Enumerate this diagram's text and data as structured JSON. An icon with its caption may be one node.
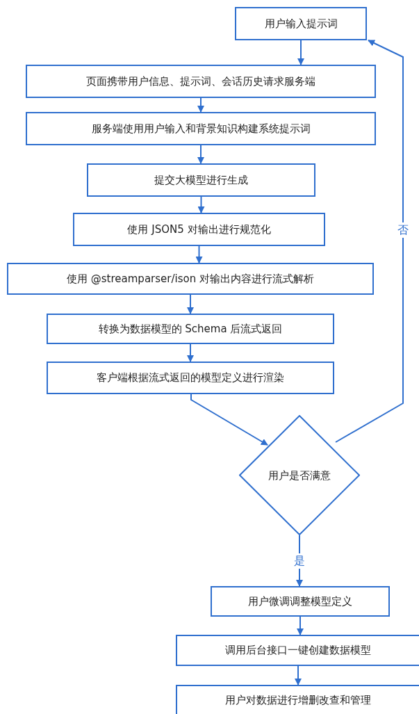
{
  "diagram": {
    "nodes": [
      {
        "text": [
          "用户输入提示词"
        ]
      },
      {
        "text": [
          "页面携带用户信息、提示词、会话历史请求服务端"
        ]
      },
      {
        "text": [
          "服务端使用用户输入和背景知识构建系统提示词"
        ]
      },
      {
        "text": [
          "提交大模型进行生成"
        ]
      },
      {
        "text": [
          "使用 JSON5 对输出进行规范化"
        ]
      },
      {
        "text": [
          "使用 @streamparser/ison 对输出内容进行流式解析"
        ]
      },
      {
        "text": [
          "转换为数据模型的 Schema 后流式返回"
        ]
      },
      {
        "text": [
          "客户端根据流式返回的模型定义进行渲染"
        ]
      },
      {
        "text": [
          "用户是否满意"
        ]
      },
      {
        "text": [
          "用户微调调整模型定义"
        ]
      },
      {
        "text": [
          "调用后台接口一键创建数据模型"
        ]
      },
      {
        "text": [
          "用户对数据进行增删改查和管理"
        ]
      }
    ],
    "edges": [
      {
        "from": 0,
        "to": 1,
        "arrow": "to"
      },
      {
        "from": 1,
        "to": 2,
        "arrow": "to"
      },
      {
        "from": 2,
        "to": 3,
        "arrow": "to"
      },
      {
        "from": 3,
        "to": 4,
        "arrow": "to"
      },
      {
        "from": 4,
        "to": 5,
        "arrow": "to"
      },
      {
        "from": 5,
        "to": 6,
        "arrow": "to"
      },
      {
        "from": 6,
        "to": 7,
        "arrow": "to"
      },
      {
        "from": 7,
        "to": 8,
        "arrow": "to"
      },
      {
        "from": 8,
        "to": 0,
        "arrow": "to",
        "label": "否"
      },
      {
        "from": 8,
        "to": 9,
        "arrow": "to",
        "label": "是"
      },
      {
        "from": 9,
        "to": 10,
        "arrow": "to"
      },
      {
        "from": 10,
        "to": 11,
        "arrow": "to"
      }
    ]
  }
}
